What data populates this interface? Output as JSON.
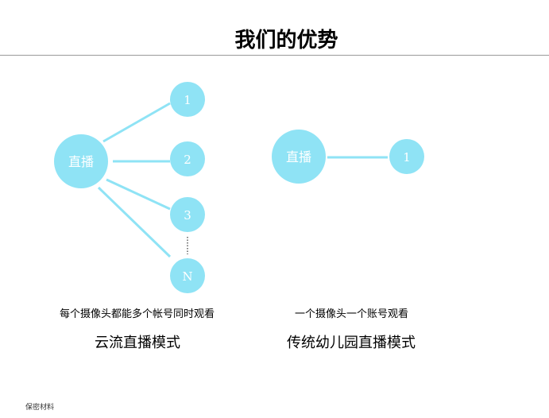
{
  "title": "我们的优势",
  "left_diagram": {
    "center": "直播",
    "nodes": [
      "1",
      "2",
      "3",
      "N"
    ],
    "description": "每个摄像头都能多个帐号同时观看",
    "mode_name": "云流直播模式"
  },
  "right_diagram": {
    "center": "直播",
    "node": "1",
    "description": "一个摄像头一个账号观看",
    "mode_name": "传统幼儿园直播模式"
  },
  "footer": "保密材料",
  "colors": {
    "node_fill": "#8fe3f5",
    "line": "#8fe3f5",
    "rule": "#9a9a9a"
  }
}
